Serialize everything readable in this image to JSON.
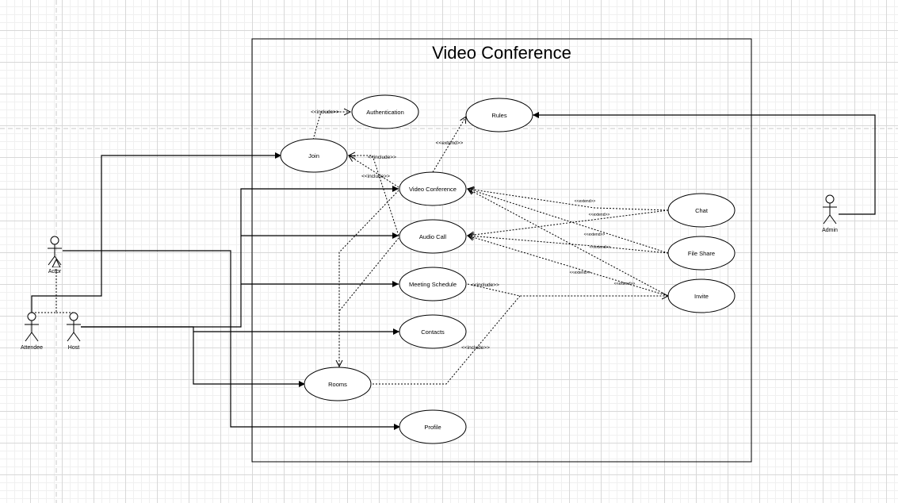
{
  "system": {
    "title": "Video Conference"
  },
  "use_cases": {
    "authentication": "Authentication",
    "rules": "Rules",
    "join": "Join",
    "video_conference": "Video Conference",
    "audio_call": "Audio Call",
    "meeting_schedule": "Meeting Schedule",
    "contacts": "Contacts",
    "rooms": "Rooms",
    "profile": "Profile",
    "chat": "Chat",
    "file_share": "File Share",
    "invite": "Invite"
  },
  "actors": {
    "actor": "Actor",
    "attendee": "Attendee",
    "host": "Host",
    "admin": "Admin"
  },
  "stereotypes": {
    "include": "<<include>>",
    "extend": "<<extend>>"
  }
}
